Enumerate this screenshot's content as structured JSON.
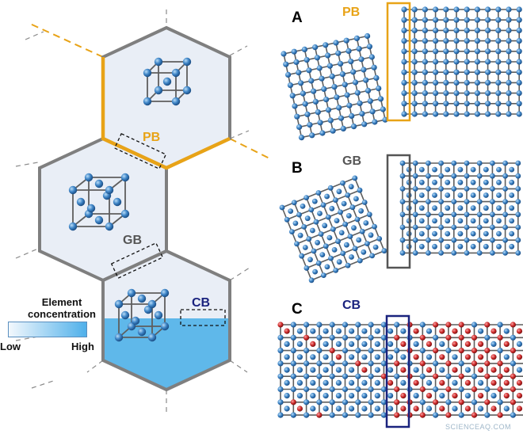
{
  "colors": {
    "pb": "#e8a317",
    "gb": "#555555",
    "cb": "#1a237e",
    "atom_blue": "#3d84c6",
    "atom_red": "#d32f2f",
    "grain_fill": "#e9eef6",
    "solute_fill": "#5fb8ea"
  },
  "labels": {
    "pb": "PB",
    "gb": "GB",
    "cb": "CB"
  },
  "panels": {
    "a": "A",
    "b": "B",
    "c": "C"
  },
  "legend": {
    "title": "Element concentration",
    "low": "Low",
    "high": "High"
  },
  "watermark": "SCIENCEAQ.COM"
}
